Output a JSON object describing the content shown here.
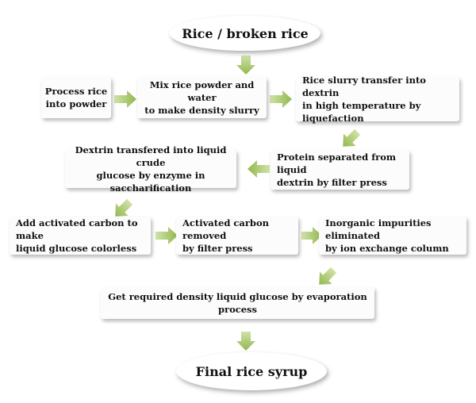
{
  "start": "Rice / broken rice",
  "end": "Final rice syrup",
  "steps": {
    "s1": [
      "Process rice",
      "into powder"
    ],
    "s2": [
      "Mix rice powder and water",
      "to make density slurry"
    ],
    "s3": [
      "Rice slurry transfer into dextrin",
      "in high temperature by liquefaction"
    ],
    "s4": [
      "Protein separated from liquid",
      "dextrin by filter press"
    ],
    "s5": [
      "Dextrin transfered into liquid crude",
      "glucose by enzyme in saccharification"
    ],
    "s6": [
      "Add activated carbon to make",
      "liquid glucose colorless"
    ],
    "s7": [
      "Activated carbon removed",
      "by filter press"
    ],
    "s8": [
      "Inorganic impurities eliminated",
      "by ion exchange column"
    ],
    "s9": [
      "Get required density liquid glucose by evaporation process"
    ]
  },
  "colors": {
    "arrow_fill": "#9bbb59",
    "arrow_light": "#c7dba0"
  }
}
